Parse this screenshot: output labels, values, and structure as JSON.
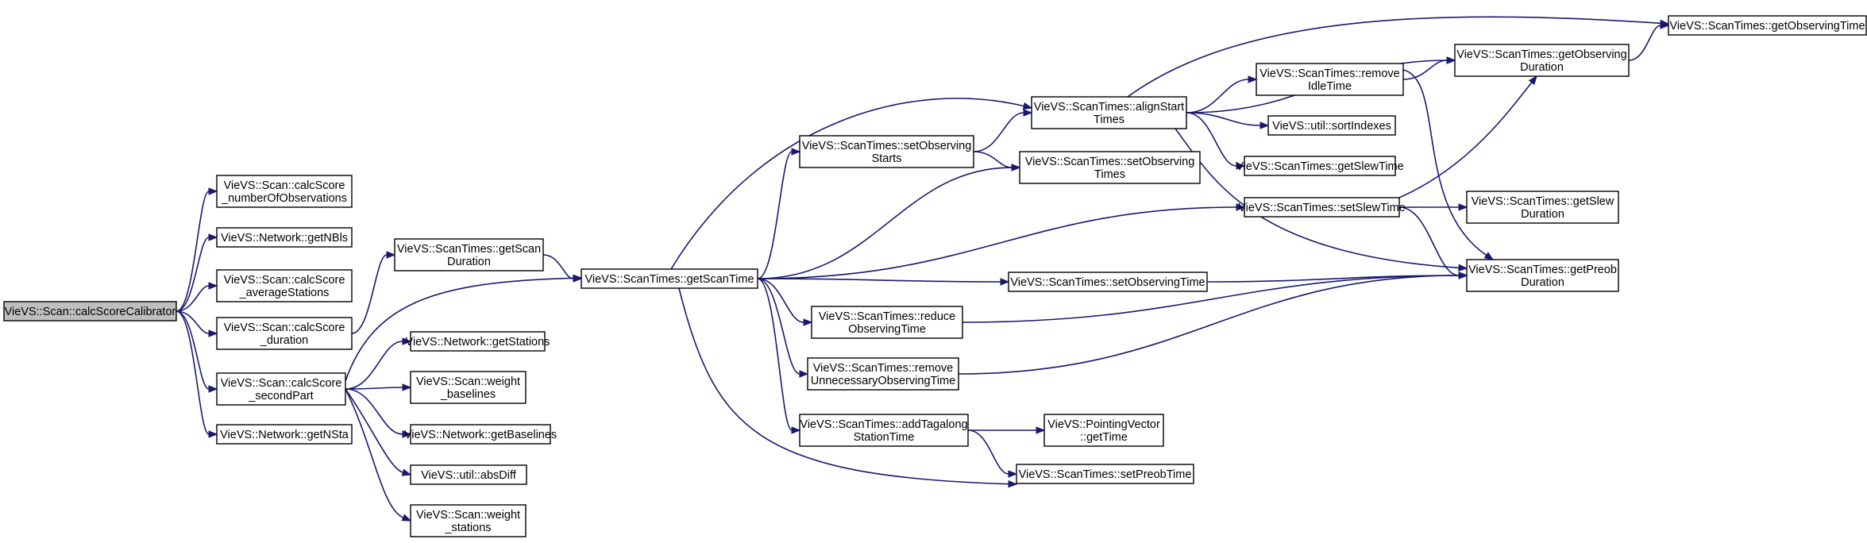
{
  "diagram": {
    "type": "call-graph",
    "colors": {
      "edge": "#191970",
      "node_border": "#000000",
      "node_fill": "#ffffff",
      "root_fill": "#bfbfbf"
    },
    "nodes": [
      {
        "id": "root",
        "lines": [
          "VieVS::Scan::calcScoreCalibrator"
        ],
        "root": true
      },
      {
        "id": "nobs",
        "lines": [
          "VieVS::Scan::calcScore",
          "_numberOfObservations"
        ]
      },
      {
        "id": "nbls",
        "lines": [
          "VieVS::Network::getNBls"
        ]
      },
      {
        "id": "avgsta",
        "lines": [
          "VieVS::Scan::calcScore",
          "_averageStations"
        ]
      },
      {
        "id": "duration",
        "lines": [
          "VieVS::Scan::calcScore",
          "_duration"
        ]
      },
      {
        "id": "second",
        "lines": [
          "VieVS::Scan::calcScore",
          "_secondPart"
        ]
      },
      {
        "id": "nsta",
        "lines": [
          "VieVS::Network::getNSta"
        ]
      },
      {
        "id": "getScanDur",
        "lines": [
          "VieVS::ScanTimes::getScan",
          "Duration"
        ]
      },
      {
        "id": "getStations",
        "lines": [
          "VieVS::Network::getStations"
        ]
      },
      {
        "id": "wbl",
        "lines": [
          "VieVS::Scan::weight",
          "_baselines"
        ]
      },
      {
        "id": "getBaselines",
        "lines": [
          "VieVS::Network::getBaselines"
        ]
      },
      {
        "id": "absDiff",
        "lines": [
          "VieVS::util::absDiff"
        ]
      },
      {
        "id": "wsta",
        "lines": [
          "VieVS::Scan::weight",
          "_stations"
        ]
      },
      {
        "id": "getScanTime",
        "lines": [
          "VieVS::ScanTimes::getScanTime"
        ]
      },
      {
        "id": "setObsStarts",
        "lines": [
          "VieVS::ScanTimes::setObserving",
          "Starts"
        ]
      },
      {
        "id": "alignStart",
        "lines": [
          "VieVS::ScanTimes::alignStart",
          "Times"
        ]
      },
      {
        "id": "setObsTimes",
        "lines": [
          "VieVS::ScanTimes::setObserving",
          "Times"
        ]
      },
      {
        "id": "setObsTime",
        "lines": [
          "VieVS::ScanTimes::setObservingTime"
        ]
      },
      {
        "id": "reduceObs",
        "lines": [
          "VieVS::ScanTimes::reduce",
          "ObservingTime"
        ]
      },
      {
        "id": "removeUnnec",
        "lines": [
          "VieVS::ScanTimes::remove",
          "UnnecessaryObservingTime"
        ]
      },
      {
        "id": "addTagalong",
        "lines": [
          "VieVS::ScanTimes::addTagalong",
          "StationTime"
        ]
      },
      {
        "id": "getTime",
        "lines": [
          "VieVS::PointingVector",
          "::getTime"
        ]
      },
      {
        "id": "setPreob",
        "lines": [
          "VieVS::ScanTimes::setPreobTime"
        ]
      },
      {
        "id": "removeIdle",
        "lines": [
          "VieVS::ScanTimes::remove",
          "IdleTime"
        ]
      },
      {
        "id": "sortIdx",
        "lines": [
          "VieVS::util::sortIndexes"
        ]
      },
      {
        "id": "getSlewTime",
        "lines": [
          "VieVS::ScanTimes::getSlewTime"
        ]
      },
      {
        "id": "setSlewTime",
        "lines": [
          "VieVS::ScanTimes::setSlewTime"
        ]
      },
      {
        "id": "getObsTime",
        "lines": [
          "VieVS::ScanTimes::getObservingTime"
        ]
      },
      {
        "id": "getObsDur",
        "lines": [
          "VieVS::ScanTimes::getObserving",
          "Duration"
        ]
      },
      {
        "id": "getPreobDur",
        "lines": [
          "VieVS::ScanTimes::getPreob",
          "Duration"
        ]
      },
      {
        "id": "getSlewDur",
        "lines": [
          "VieVS::ScanTimes::getSlew",
          "Duration"
        ]
      }
    ],
    "edges": [
      [
        "root",
        "nobs"
      ],
      [
        "root",
        "nbls"
      ],
      [
        "root",
        "avgsta"
      ],
      [
        "root",
        "duration"
      ],
      [
        "root",
        "second"
      ],
      [
        "root",
        "nsta"
      ],
      [
        "duration",
        "getScanDur"
      ],
      [
        "second",
        "getScanTime"
      ],
      [
        "second",
        "getStations"
      ],
      [
        "second",
        "wbl"
      ],
      [
        "second",
        "getBaselines"
      ],
      [
        "second",
        "absDiff"
      ],
      [
        "second",
        "wsta"
      ],
      [
        "getScanDur",
        "getScanTime"
      ],
      [
        "getScanTime",
        "alignStart"
      ],
      [
        "getScanTime",
        "setObsStarts"
      ],
      [
        "getScanTime",
        "setObsTimes"
      ],
      [
        "getScanTime",
        "setSlewTime"
      ],
      [
        "getScanTime",
        "setObsTime"
      ],
      [
        "getScanTime",
        "reduceObs"
      ],
      [
        "getScanTime",
        "removeUnnec"
      ],
      [
        "getScanTime",
        "addTagalong"
      ],
      [
        "getScanTime",
        "setPreob"
      ],
      [
        "setObsStarts",
        "alignStart"
      ],
      [
        "setObsStarts",
        "setObsTimes"
      ],
      [
        "alignStart",
        "getObsTime"
      ],
      [
        "alignStart",
        "getObsDur"
      ],
      [
        "alignStart",
        "removeIdle"
      ],
      [
        "alignStart",
        "sortIdx"
      ],
      [
        "alignStart",
        "getSlewTime"
      ],
      [
        "alignStart",
        "getPreobDur"
      ],
      [
        "removeIdle",
        "getObsDur"
      ],
      [
        "removeIdle",
        "getPreobDur"
      ],
      [
        "getObsDur",
        "getObsTime"
      ],
      [
        "setSlewTime",
        "getObsDur"
      ],
      [
        "setSlewTime",
        "getSlewDur"
      ],
      [
        "setSlewTime",
        "getPreobDur"
      ],
      [
        "setObsTime",
        "getPreobDur"
      ],
      [
        "reduceObs",
        "getPreobDur"
      ],
      [
        "removeUnnec",
        "getPreobDur"
      ],
      [
        "addTagalong",
        "getTime"
      ],
      [
        "addTagalong",
        "setPreob"
      ]
    ]
  }
}
